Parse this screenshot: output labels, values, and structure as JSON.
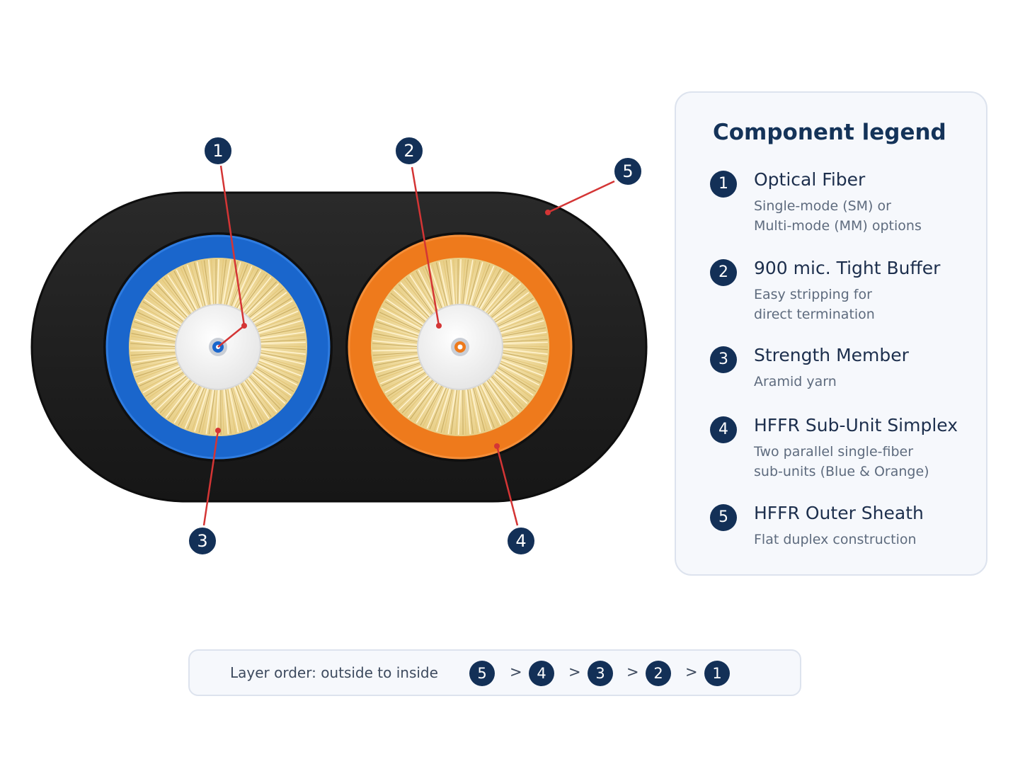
{
  "callouts": [
    "1",
    "2",
    "3",
    "4",
    "5"
  ],
  "legend": {
    "title": "Component legend",
    "items": [
      {
        "num": "1",
        "title": "Optical Fiber",
        "desc_lines": [
          "Single-mode (SM) or",
          "Multi-mode (MM) options"
        ]
      },
      {
        "num": "2",
        "title": "900 mic. Tight Buffer",
        "desc_lines": [
          "Easy stripping for",
          "direct termination"
        ]
      },
      {
        "num": "3",
        "title": "Strength Member",
        "desc_lines": [
          "Aramid yarn"
        ]
      },
      {
        "num": "4",
        "title": "HFFR Sub-Unit Simplex",
        "desc_lines": [
          "Two parallel single-fiber",
          "sub-units (Blue & Orange)"
        ]
      },
      {
        "num": "5",
        "title": "HFFR Outer Sheath",
        "desc_lines": [
          "Flat duplex construction"
        ]
      }
    ]
  },
  "layer_order": {
    "label": "Layer order: outside to inside",
    "sequence": [
      "5",
      "4",
      "3",
      "2",
      "1"
    ],
    "separator": ">"
  },
  "colors": {
    "sheath": "#1d1d1d",
    "subunit_blue": "#1a66cc",
    "subunit_orange": "#ee7a1c",
    "aramid_yarn": "#f1dc9c",
    "buffer": "#f4f4f4",
    "badge": "#133057",
    "leader_line": "#d43535"
  }
}
